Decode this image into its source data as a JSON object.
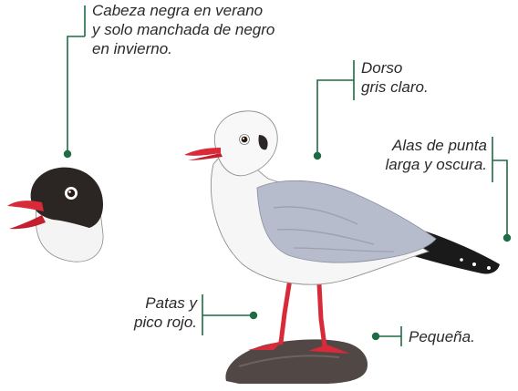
{
  "annotations": {
    "head": {
      "lines": [
        "Cabeza negra en verano",
        "y solo manchada de negro",
        "en invierno."
      ]
    },
    "back": {
      "lines": [
        "Dorso",
        "gris claro."
      ]
    },
    "wings": {
      "lines": [
        "Alas de punta",
        "larga y oscura."
      ]
    },
    "legs": {
      "lines": [
        "Patas y",
        "pico rojo."
      ]
    },
    "size": {
      "lines": [
        "Pequeña."
      ]
    }
  },
  "colors": {
    "leader_line": "#1e6b45",
    "bill_legs": "#d92a3a",
    "back_gray": "#b6bccb",
    "wing_tip": "#1a1a1a",
    "hood": "#2b2523",
    "rock": "#514745"
  }
}
